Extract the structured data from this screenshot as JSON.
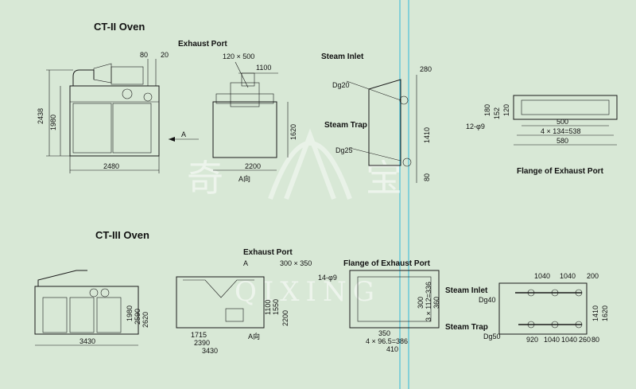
{
  "titles": {
    "ct2": "CT-II Oven",
    "ct3": "CT-III Oven"
  },
  "labels": {
    "exhaust_port_1": "Exhaust Port",
    "exhaust_port_2": "Exhaust Port",
    "steam_inlet_1": "Steam Inlet",
    "steam_trap_1": "Steam Trap",
    "steam_inlet_2": "Steam Inlet",
    "steam_trap_2": "Steam Trap",
    "flange_1": "Flange of Exhaust Port",
    "flange_2": "Flange of Exhaust Port",
    "view_a_arrow": "A",
    "view_a_arrow2": "A",
    "view_a_1": "A向",
    "view_a_2": "A向"
  },
  "dims": {
    "d80": "80",
    "d20": "20",
    "d2438": "2438",
    "d1980": "1980",
    "d2480": "2480",
    "d120x500": "120 × 500",
    "d1100": "1100",
    "d1620": "1620",
    "d2200": "2200",
    "dg20": "Dg20",
    "dg25": "Dg25",
    "d280": "280",
    "d1410": "1410",
    "d80b": "80",
    "d180": "180",
    "d152": "152",
    "d120": "120",
    "d12phi9": "12-φ9",
    "d500": "500",
    "d4x134": "4 × 134=538",
    "d580": "580",
    "d1980b": "1980",
    "d2590": "2590",
    "d2620": "2620",
    "d3430": "3430",
    "d300x350": "300 × 350",
    "d1100b": "1100",
    "d1550": "1550",
    "d2200b": "2200",
    "d1715": "1715",
    "d2390": "2390",
    "d3430b": "3430",
    "d14phi9": "14-φ9",
    "d300": "300",
    "d3x112": "3 × 112=336",
    "d360": "360",
    "d350": "350",
    "d4x96": "4 × 96.5=386",
    "d410": "410",
    "d1040a": "1040",
    "d1040b": "1040",
    "d200": "200",
    "dg40": "Dg40",
    "dg50": "Dg50",
    "d1410b": "1410",
    "d1620b": "1620",
    "d920": "920",
    "d1040c": "1040",
    "d1040d": "1040",
    "d260": "260",
    "d80c": "80"
  },
  "watermark": {
    "left_char": "奇",
    "right_char": "宝",
    "latin": "QIXING"
  },
  "colors": {
    "background": "#d8e8d6",
    "line": "#1a1a1a",
    "guide": "#2fb8d8"
  }
}
